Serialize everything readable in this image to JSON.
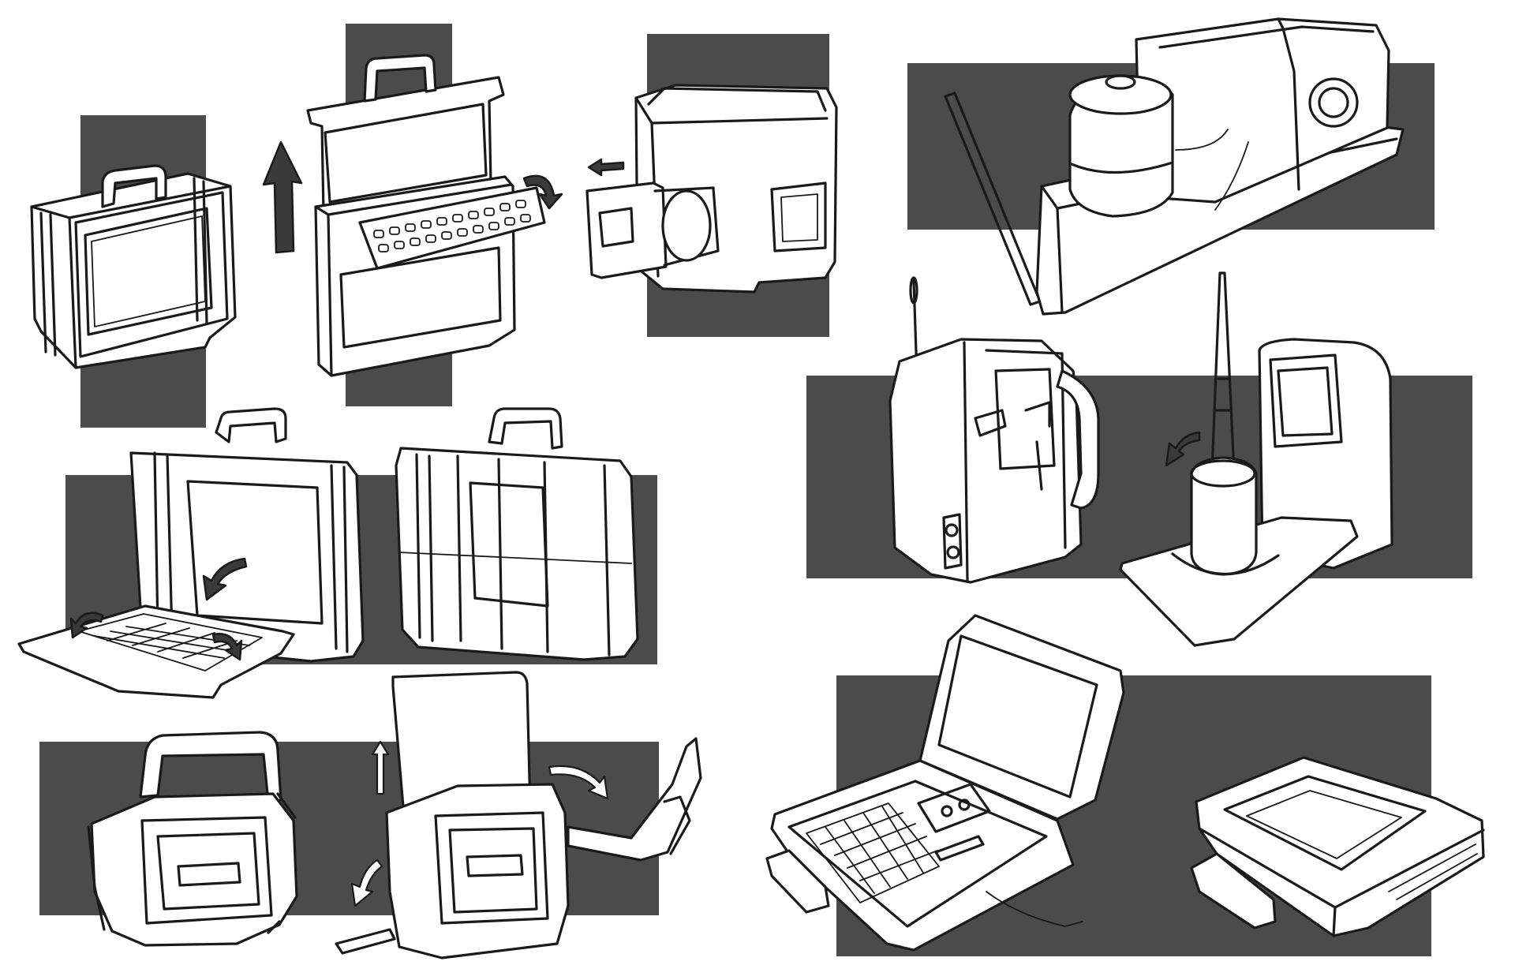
{
  "sheet": {
    "panel_color": "#4b4b4b",
    "ink_color": "#1a1a1a",
    "paper_color": "#ffffff"
  },
  "sketches": [
    {
      "id": "briefcase-closed",
      "icon": "briefcase-icon"
    },
    {
      "id": "briefcase-open-keyboard",
      "icon": "briefcase-icon"
    },
    {
      "id": "box-drawer",
      "icon": "drawer-icon"
    },
    {
      "id": "generator-unit",
      "icon": "generator-icon"
    },
    {
      "id": "case-open-fold-out",
      "icon": "suitcase-icon"
    },
    {
      "id": "case-closed-large",
      "icon": "suitcase-icon"
    },
    {
      "id": "radio-pack",
      "icon": "radio-icon"
    },
    {
      "id": "radio-antenna-open",
      "icon": "antenna-icon"
    },
    {
      "id": "backpack-unit",
      "icon": "backpack-icon"
    },
    {
      "id": "backpack-unit-open",
      "icon": "backpack-icon"
    },
    {
      "id": "rugged-laptop-open",
      "icon": "laptop-icon"
    },
    {
      "id": "rugged-laptop-closed",
      "icon": "laptop-icon"
    }
  ]
}
